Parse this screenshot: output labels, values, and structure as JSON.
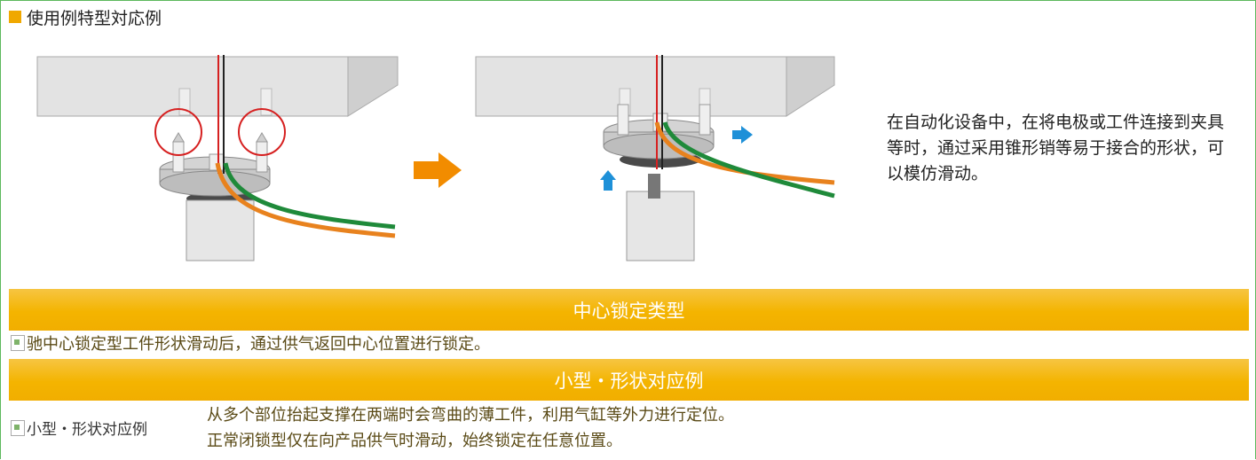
{
  "section": {
    "title": "使用例特型対応例"
  },
  "description": "在自动化设备中，在将电极或工件连接到夹具等时，通过采用锥形销等易于接合的形状，可以模仿滑动。",
  "banners": [
    {
      "label": "中心锁定类型"
    },
    {
      "label": "小型・形状对应例"
    }
  ],
  "notes": {
    "center_lock": "驰中心锁定型工件形状滑动后，通过供气返回中心位置进行锁定。",
    "image_alt": "小型・形状对应例",
    "line1": "从多个部位抬起支撑在两端时会弯曲的薄工件，利用气缸等外力进行定位。",
    "line2": "正常闭锁型仅在向产品供气时滑动，始终锁定在任意位置。"
  },
  "colors": {
    "accent": "#f4b400",
    "square": "#f0a800",
    "highlight_circle": "#d62020",
    "hose_green": "#1f8a3a",
    "hose_orange": "#e8821e",
    "arrow_blue": "#1e90d8"
  }
}
